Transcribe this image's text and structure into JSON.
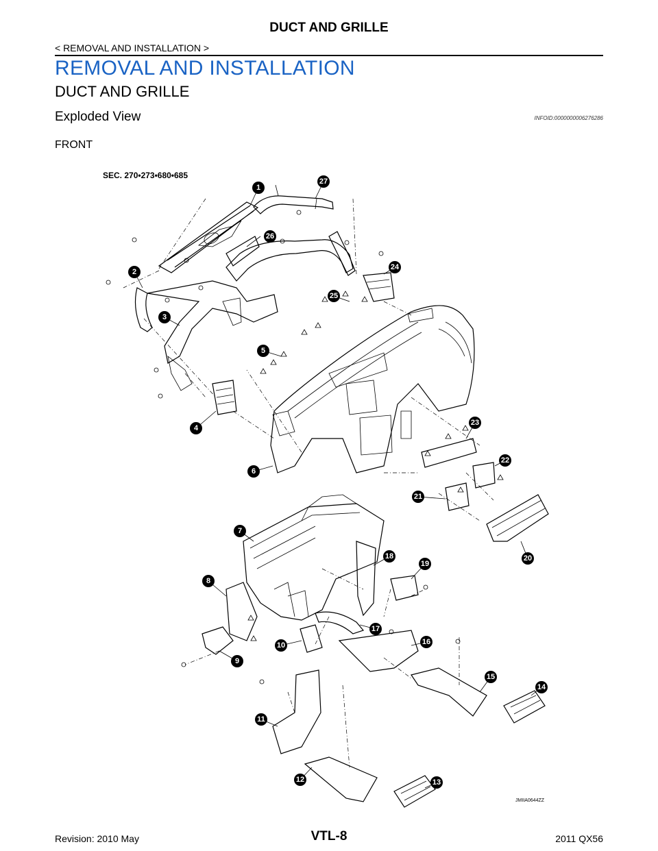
{
  "header": {
    "title": "DUCT AND GRILLE",
    "breadcrumb": "< REMOVAL AND INSTALLATION >"
  },
  "content": {
    "section_title": "REMOVAL AND INSTALLATION",
    "subsection_title": "DUCT AND GRILLE",
    "topic": "Exploded View",
    "info_id": "INFOID:0000000006276286",
    "view_label": "FRONT"
  },
  "figure": {
    "sec_label": "SEC. 270•273•680•685",
    "code": "JMIIA0644ZZ",
    "callouts": [
      "1",
      "2",
      "3",
      "4",
      "5",
      "6",
      "7",
      "8",
      "9",
      "10",
      "11",
      "12",
      "13",
      "14",
      "15",
      "16",
      "17",
      "18",
      "19",
      "20",
      "21",
      "22",
      "23",
      "24",
      "25",
      "26",
      "27"
    ]
  },
  "footer": {
    "revision": "Revision: 2010 May",
    "page": "VTL-8",
    "model": "2011 QX56"
  },
  "colors": {
    "section_title": "#1a63c4"
  }
}
